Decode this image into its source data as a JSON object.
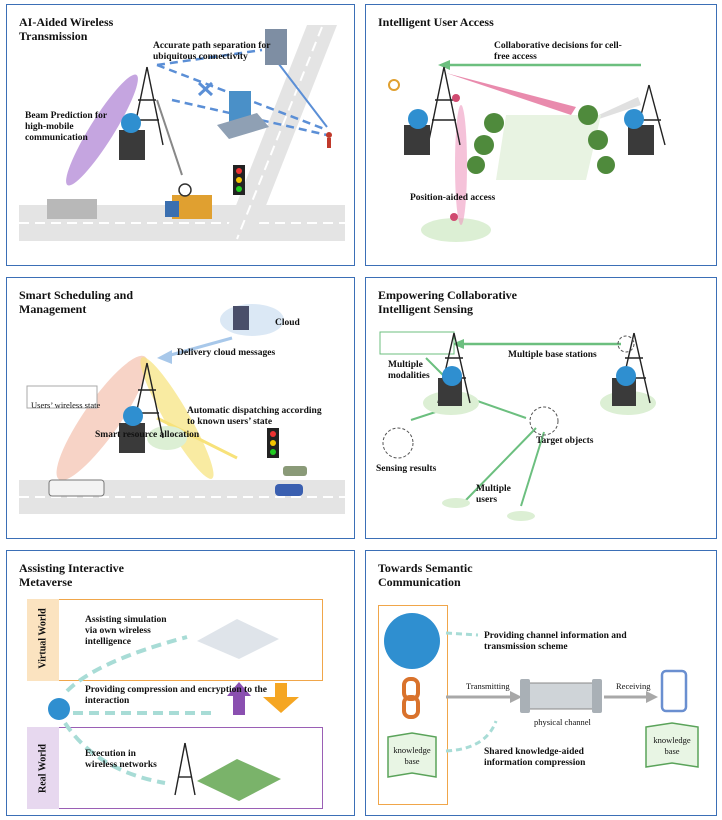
{
  "panels": {
    "p1": {
      "title": "AI-Aided Wireless Transmission",
      "labels": {
        "path": "Accurate path separation for ubiquitous connectivity",
        "beam": "Beam Prediction for high-mobile communication"
      }
    },
    "p2": {
      "title": "Intelligent User Access",
      "labels": {
        "collab": "Collaborative decisions for cell-free access",
        "position": "Position-aided access"
      }
    },
    "p3": {
      "title": "Smart Scheduling and Management",
      "labels": {
        "cloud": "Cloud",
        "delivery": "Delivery cloud messages",
        "wireless_state": "Users’ wireless state",
        "dispatch": "Automatic dispatching according to known users’ state",
        "smart": "Smart resource allocation"
      }
    },
    "p4": {
      "title": "Empowering Collaborative Intelligent Sensing",
      "labels": {
        "modalities": "Multiple modalities",
        "base": "Multiple base stations",
        "results": "Sensing results",
        "targets": "Target objects",
        "users": "Multiple users"
      }
    },
    "p5": {
      "title": "Assisting Interactive Metaverse",
      "labels": {
        "virtual": "Virtual World",
        "real": "Real World",
        "sim": "Assisting simulation via own wireless intelligence",
        "compress": "Providing compression and encryption to the interaction",
        "exec": "Execution in wireless networks"
      }
    },
    "p6": {
      "title": "Towards Semantic Communication",
      "labels": {
        "channel_info": "Providing channel information and transmission scheme",
        "transmitting": "Transmitting",
        "receiving": "Receiving",
        "physical": "physical channel",
        "kb_left": "knowledge base",
        "kb_right": "knowledge base",
        "shared": "Shared knowledge-aided information compression"
      }
    }
  },
  "colors": {
    "border": "#3b6fb6",
    "virtual_border": "#f0a64a",
    "real_border": "#9a5fb5",
    "green_arrow": "#6cbf7f",
    "dashed_teal": "#a8dcd6",
    "up_arrow": "#8a4fb0",
    "down_arrow": "#f5a623"
  }
}
